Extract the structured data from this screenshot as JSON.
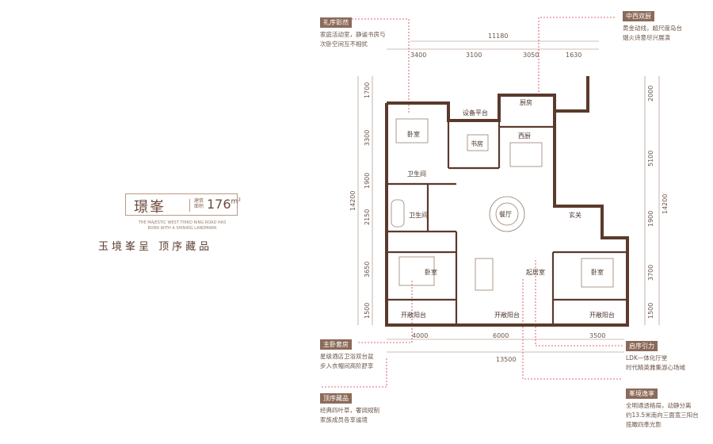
{
  "title": {
    "name": "璟峯",
    "area_tag": "建筑面积",
    "area": "176",
    "unit": "m²"
  },
  "subtitle_en": "THE MAJESTIC WEST THIRD RING ROAD HAS BORN WITH A SHINING LANDMARK",
  "slogan": "玉境峯呈  顶序藏品",
  "notes": {
    "top_left": {
      "title": "礼序彰然",
      "lines": [
        "家庭活动室，静谧书房与",
        "次卧空间互不相扰"
      ]
    },
    "top_right": {
      "title": "中西双厨",
      "lines": [
        "黄金动线，超尺度岛台",
        "烟火诗意尽兴展演"
      ]
    },
    "mid_left": {
      "title": "主卧套房",
      "lines": [
        "星级酒店卫浴双台盆",
        "步入衣帽间高阶舒享"
      ]
    },
    "mid_right": {
      "title": "启序引力",
      "lines": [
        "LDK一体化厅堂",
        "时代精英雅集游心场域"
      ]
    },
    "bot_left": {
      "title": "顶序藏品",
      "lines": [
        "经典四叶草，奢阔规制",
        "家族成员各享谧境"
      ]
    },
    "bot_right": {
      "title": "峯境逸享",
      "lines": [
        "全明通透格局，动静分离",
        "约13.5米南向三面宽三阳台",
        "揽瞰四季光影"
      ]
    }
  },
  "dims_top": {
    "total": "11180",
    "segments": [
      "3400",
      "3100",
      "3050",
      "1630"
    ]
  },
  "dims_bottom": {
    "segments": [
      "4000",
      "6000",
      "3500"
    ],
    "total": "13500"
  },
  "dims_left": {
    "segments": [
      "1700",
      "3300",
      "1900",
      "2150",
      "3650",
      "1500"
    ],
    "total": "14200"
  },
  "dims_right": {
    "segments": [
      "2000",
      "5100",
      "1900",
      "3700",
      "1500"
    ],
    "total": "14200"
  },
  "rooms": {
    "bedroom_nw": "卧室",
    "equipment": "设备平台",
    "kitchen": "厨房",
    "study": "书房",
    "west_kitchen": "西厨",
    "bath_small": "卫生间",
    "bath_master": "卫生间",
    "dining": "餐厅",
    "entry": "玄关",
    "bedroom_master": "卧室",
    "living": "起居室",
    "bedroom_e": "卧室",
    "balcony_1": "开敞阳台",
    "balcony_2": "开敞阳台",
    "balcony_3": "开敞阳台"
  },
  "colors": {
    "wall": "#5a3a2c",
    "accent": "#8b6a58",
    "leader": "#d8334a"
  }
}
